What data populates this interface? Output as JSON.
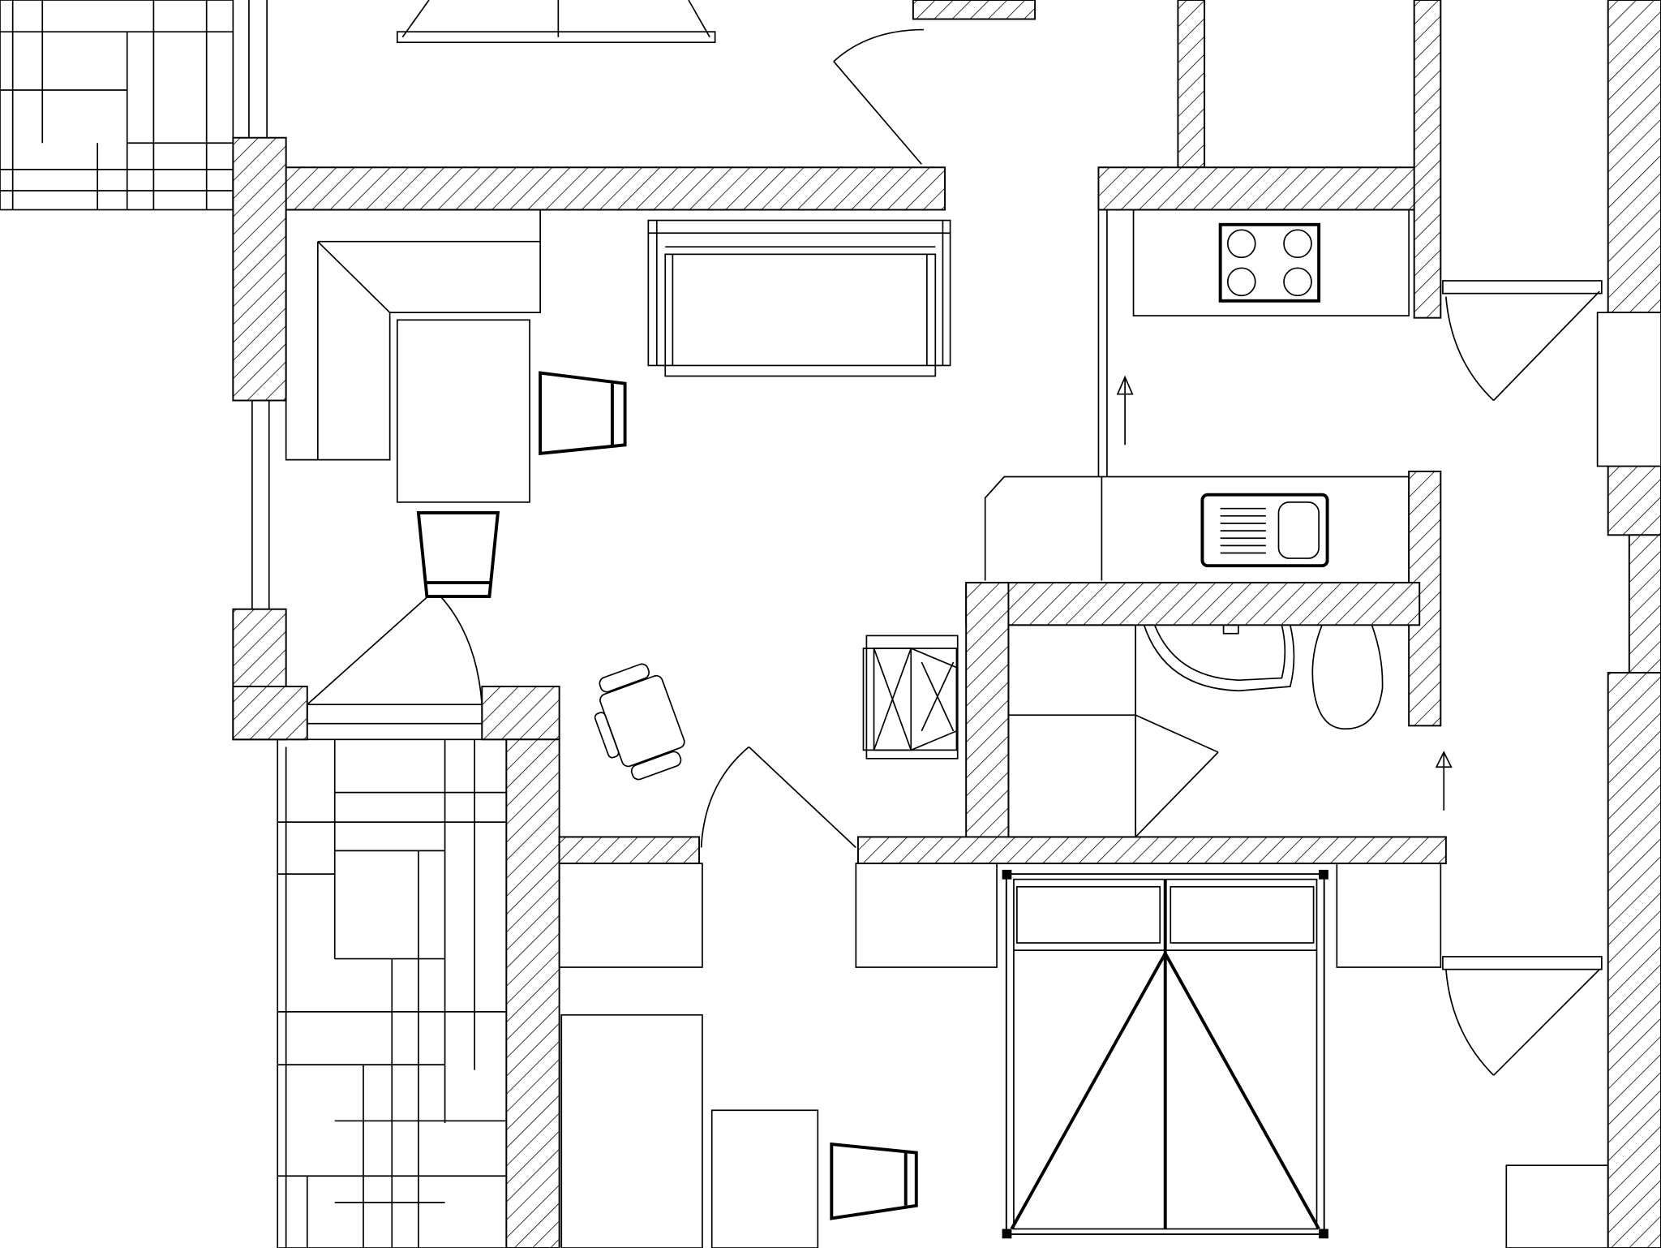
{
  "drawing": {
    "type": "floor-plan",
    "colors": {
      "line": "#000000",
      "background": "#ffffff"
    },
    "elements": [
      "walls",
      "doors",
      "sofa",
      "corner-sofa",
      "dining-table",
      "chairs",
      "armchair",
      "stove",
      "sink",
      "bathtub",
      "toilet",
      "double-bed",
      "wardrobes",
      "desk",
      "floor-tiles",
      "stair-arrows"
    ]
  }
}
